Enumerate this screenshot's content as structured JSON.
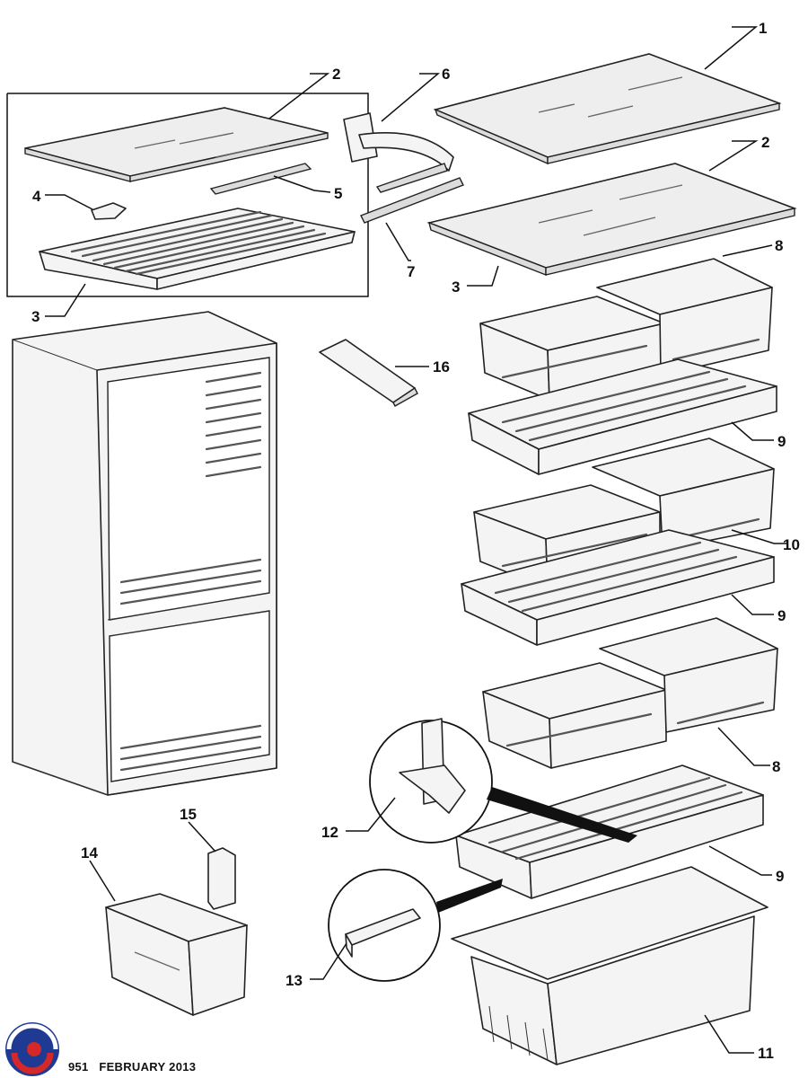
{
  "callouts": [
    "1",
    "2",
    "2",
    "3",
    "3",
    "4",
    "5",
    "6",
    "7",
    "8",
    "8",
    "9",
    "9",
    "9",
    "10",
    "11",
    "12",
    "13",
    "14",
    "15",
    "16"
  ],
  "footer": {
    "code": "951",
    "date": "FEBRUARY 2013"
  },
  "logo": {
    "icon": "brand-logo",
    "colors": [
      "#1f3a93",
      "#d62828"
    ]
  }
}
